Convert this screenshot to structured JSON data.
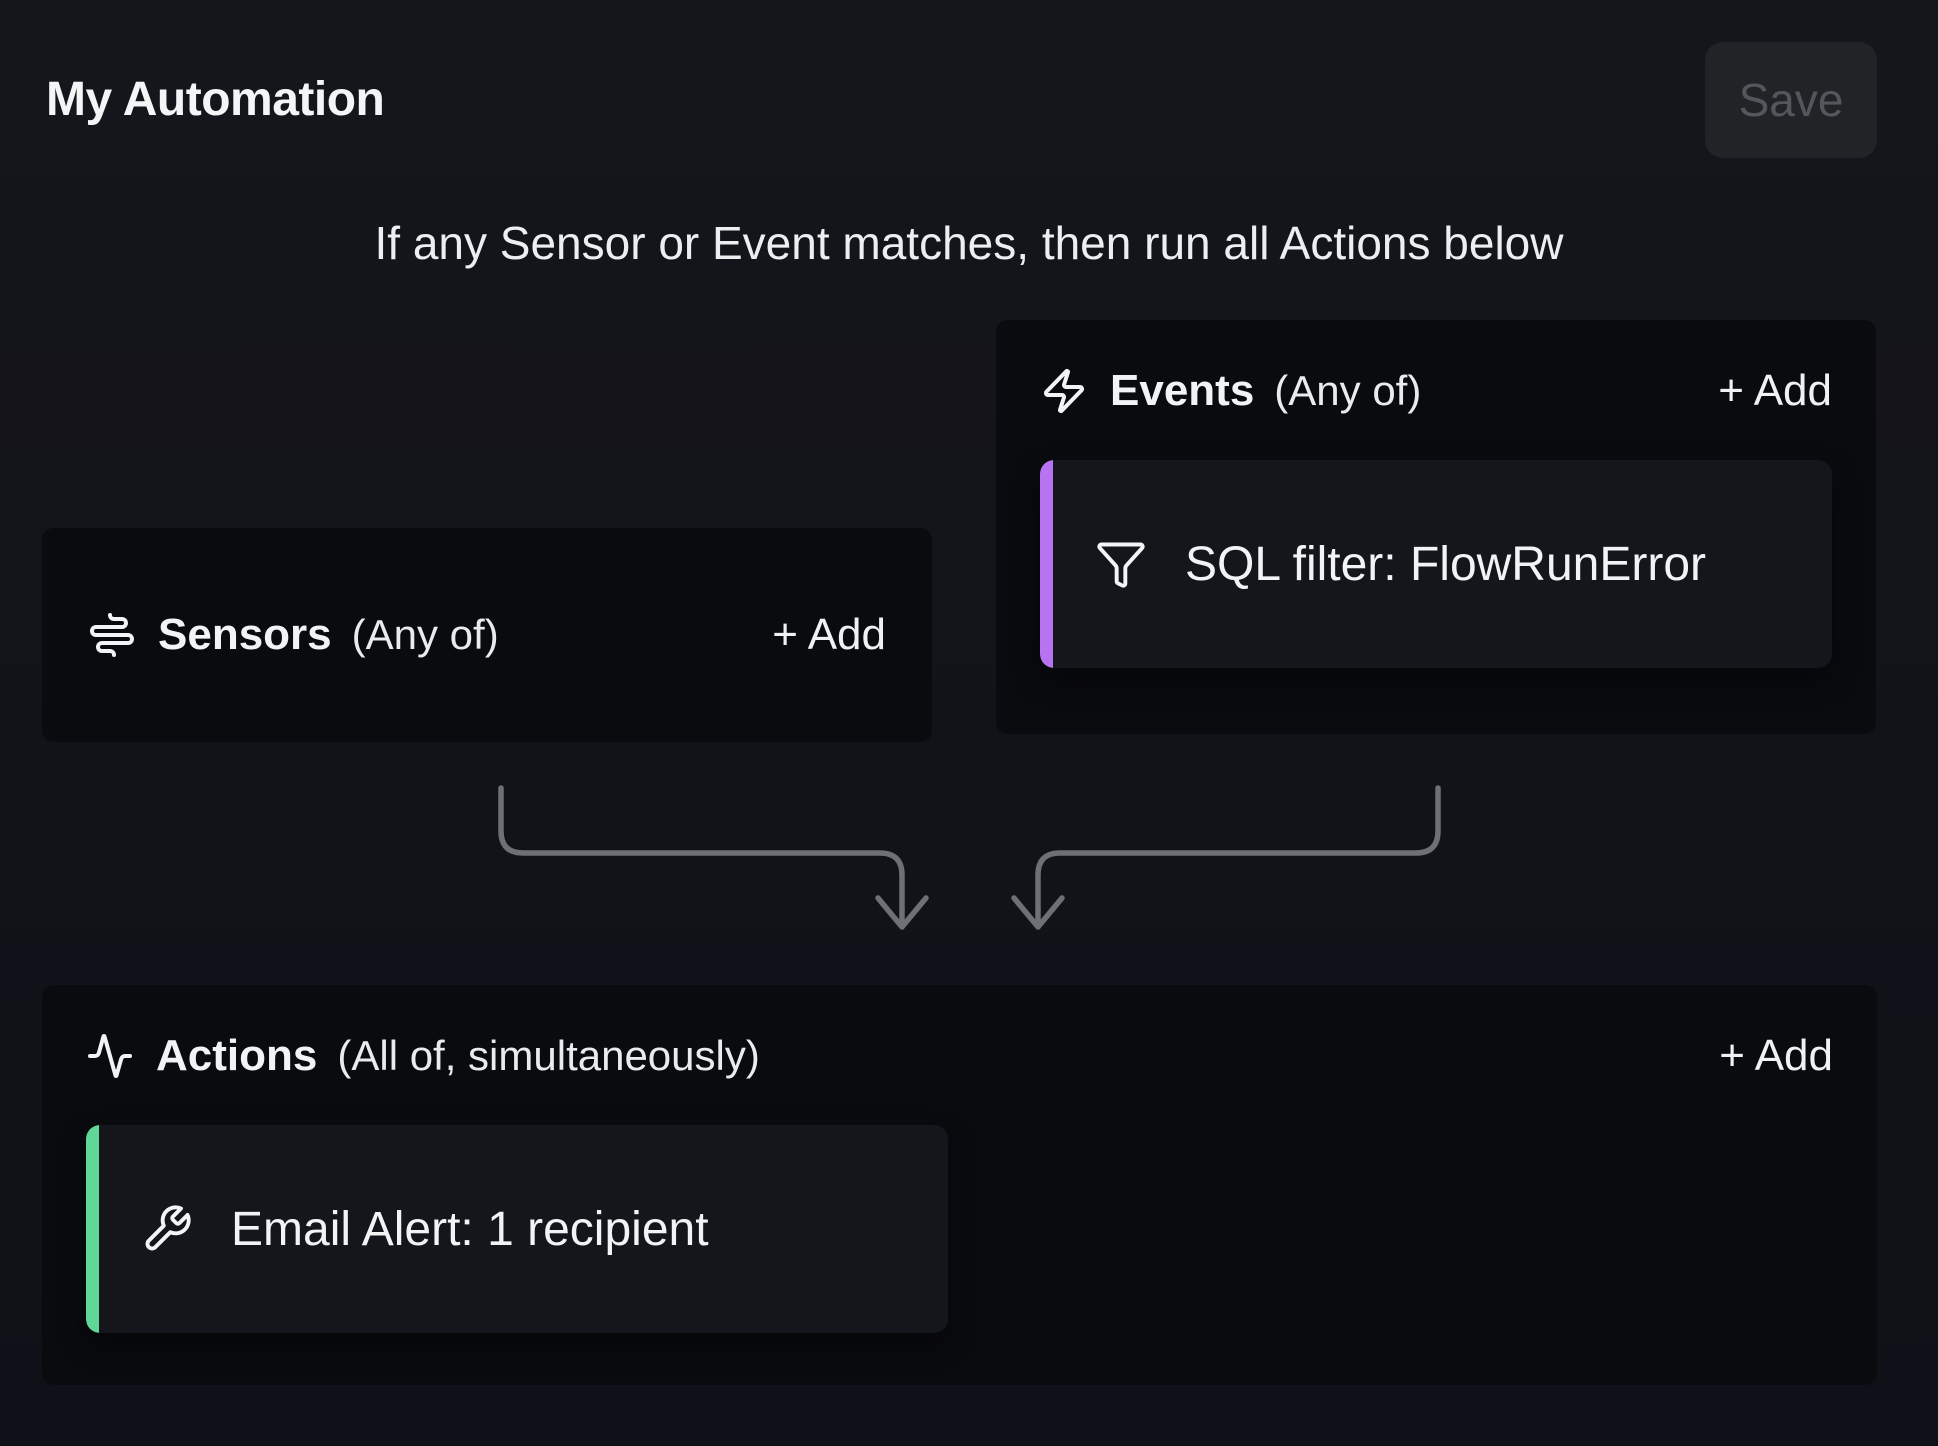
{
  "header": {
    "title": "My Automation",
    "save_label": "Save"
  },
  "instruction": "If any Sensor or Event matches, then run all Actions below",
  "panels": {
    "sensors": {
      "title": "Sensors",
      "qualifier": "(Any of)",
      "add_label": "+ Add",
      "icon": "audio-waveform-icon"
    },
    "events": {
      "title": "Events",
      "qualifier": "(Any of)",
      "add_label": "+ Add",
      "icon": "zap-icon",
      "items": [
        {
          "label": "SQL filter: FlowRunError",
          "icon": "funnel-icon",
          "accent_color": "#b873f2"
        }
      ]
    },
    "actions": {
      "title": "Actions",
      "qualifier": "(All of, simultaneously)",
      "add_label": "+ Add",
      "icon": "activity-icon",
      "items": [
        {
          "label": "Email Alert: 1 recipient",
          "icon": "wrench-icon",
          "accent_color": "#5fd796"
        }
      ]
    }
  },
  "colors": {
    "arrow": "#6e7075",
    "panel_bg": "#0a0b0f",
    "card_bg": "#15161c",
    "page_bg": "#12141a",
    "save_bg": "#222327",
    "save_text": "#54565c",
    "event_accent": "#b873f2",
    "action_accent": "#5fd796"
  }
}
